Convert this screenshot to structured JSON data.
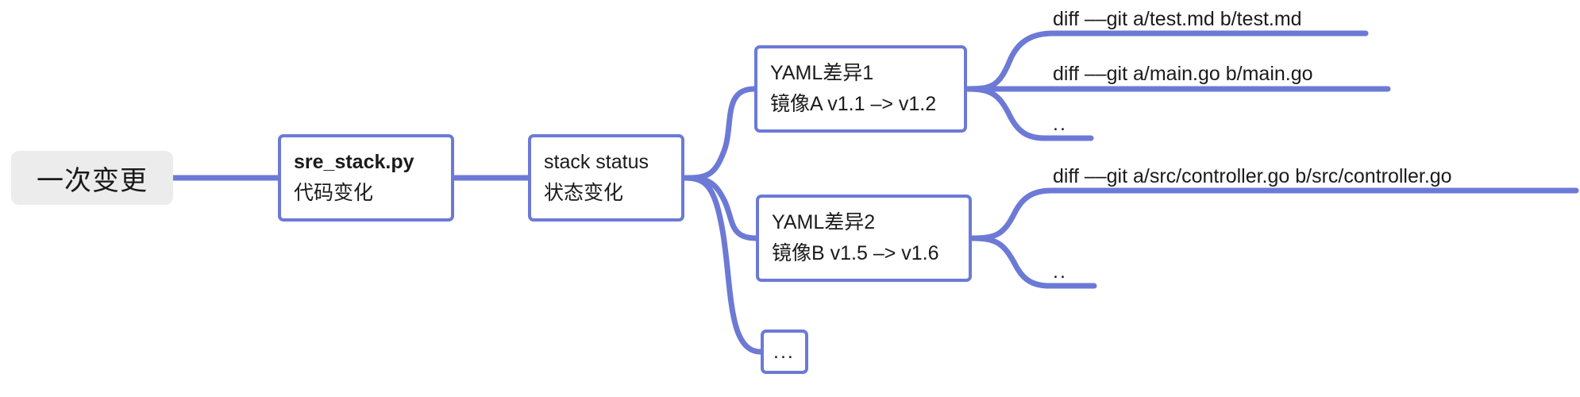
{
  "diagram": {
    "type": "mindmap",
    "title": "",
    "accent_color": "#6c7ad6",
    "root_fill": "#ececec",
    "node_fill": "#ffffff",
    "text_color": "#1b1b1b",
    "background": "#ffffff"
  },
  "root": {
    "label": "一次变更"
  },
  "chain": [
    {
      "id": "sre-stack-py",
      "line1": "sre_stack.py",
      "line2": "代码变化",
      "bold_line1": true
    },
    {
      "id": "stack-status",
      "line1": "stack status",
      "line2": "状态变化",
      "bold_line1": false
    }
  ],
  "branches": [
    {
      "id": "yaml-diff-1",
      "line1": "YAML差异1",
      "line2": "镜像A v1.1 –> v1.2",
      "leaves": [
        {
          "id": "diff-test-md",
          "label": "diff ––git a/test.md b/test.md"
        },
        {
          "id": "diff-main-go",
          "label": "diff ––git a/main.go b/main.go"
        },
        {
          "id": "more-1",
          "label": ".."
        }
      ]
    },
    {
      "id": "yaml-diff-2",
      "line1": "YAML差异2",
      "line2": "镜像B v1.5 –> v1.6",
      "leaves": [
        {
          "id": "diff-src-controller-go",
          "label": "diff ––git a/src/controller.go b/src/controller.go"
        },
        {
          "id": "more-2",
          "label": ".."
        }
      ]
    }
  ],
  "ellipsis_node": {
    "id": "more-branches",
    "label": "..."
  }
}
